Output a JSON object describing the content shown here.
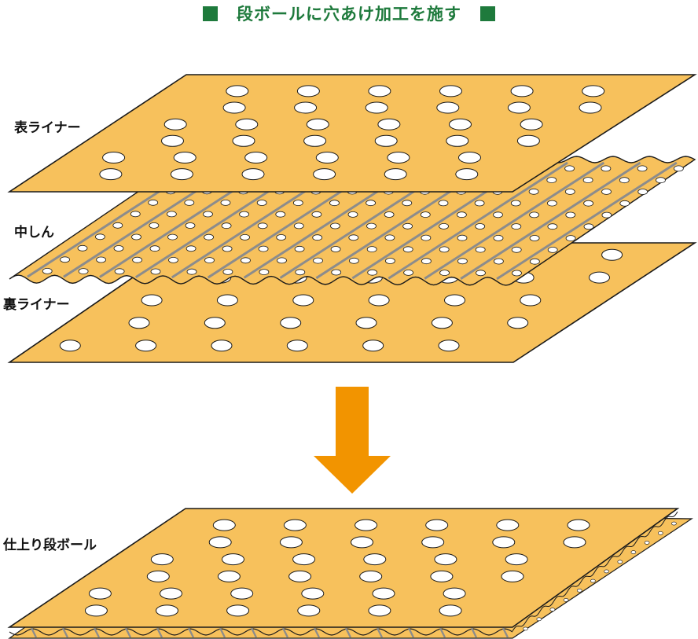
{
  "title": "段ボールに穴あけ加工を施す",
  "labels": {
    "front_liner": "表ライナー",
    "medium": "中しん",
    "back_liner": "裏ライナー",
    "finished": "仕上り段ボール"
  },
  "colors": {
    "title_text": "#1e7a3c",
    "title_square": "#1e7a3c",
    "sheet_fill": "#f7c15c",
    "sheet_stroke": "#1a1a1a",
    "hole_fill": "#ffffff",
    "flute_stripe": "#8c8c8c",
    "arrow": "#f29400"
  },
  "icons": {
    "title_marker": "square-bullet",
    "transform_arrow": "down-arrow"
  }
}
